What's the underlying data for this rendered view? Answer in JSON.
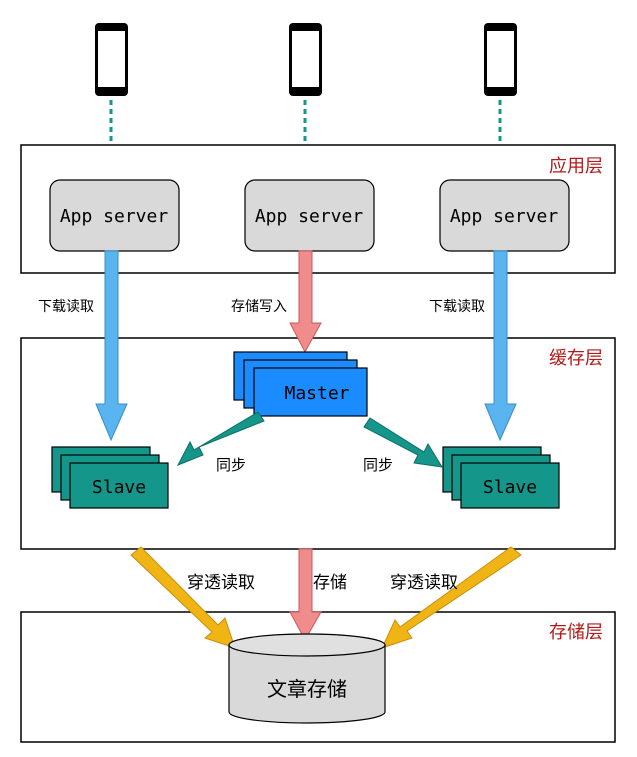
{
  "layers": {
    "app": "应用层",
    "cache": "缓存层",
    "storage": "存储层"
  },
  "app_servers": [
    "App server",
    "App server",
    "App server"
  ],
  "master_label": "Master",
  "slave_labels": [
    "Slave",
    "Slave"
  ],
  "edge_labels": {
    "download_read_left": "下载读取",
    "storage_write": "存储写入",
    "download_read_right": "下载读取",
    "sync_left": "同步",
    "sync_right": "同步",
    "penetrate_read_left": "穿透读取",
    "store": "存储",
    "penetrate_read_right": "穿透读取"
  },
  "storage_label": "文章存储",
  "colors": {
    "layer_label": "#b21a1a",
    "server_fill": "#d9d9d9",
    "master_fill": "#1a8cff",
    "slave_fill": "#14968a",
    "read_arrow": "#5ab4f0",
    "write_arrow": "#f08c8c",
    "sync_arrow": "#14968a",
    "penetrate_arrow": "#f0b414",
    "phone_link": "#14968a"
  }
}
